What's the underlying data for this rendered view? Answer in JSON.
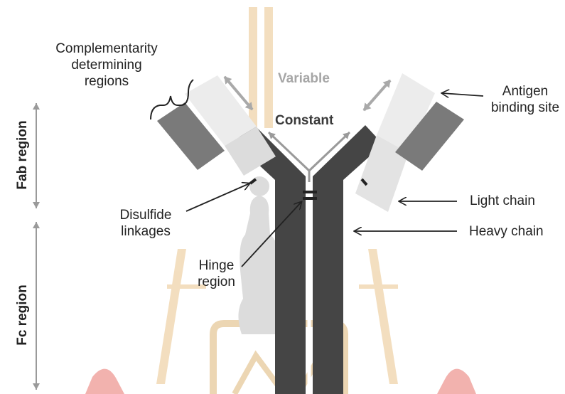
{
  "labels": {
    "cdr": "Complementarity determining regions",
    "cdr_line1": "Complementarity",
    "cdr_line2": "determining",
    "cdr_line3": "regions",
    "variable": "Variable",
    "constant": "Constant",
    "antigen_line1": "Antigen",
    "antigen_line2": "binding site",
    "light_chain": "Light chain",
    "heavy_chain": "Heavy chain",
    "disulfide_line1": "Disulfide",
    "disulfide_line2": "linkages",
    "hinge_line1": "Hinge",
    "hinge_line2": "region",
    "fab_region": "Fab region",
    "fc_region": "Fc region"
  },
  "colors": {
    "heavy_chain": "#454545",
    "light_chain_constant": "#d9d9d9",
    "light_chain_variable": "#ececec",
    "cdr_heavy": "#7a7a7a",
    "arrow_text": "#222222",
    "variable_text": "#a6a6a6",
    "double_arrow": "#a9a9a9",
    "watermark_orange": "#e8b070",
    "watermark_red": "#e8605a",
    "watermark_gray": "#c4c4c4"
  }
}
